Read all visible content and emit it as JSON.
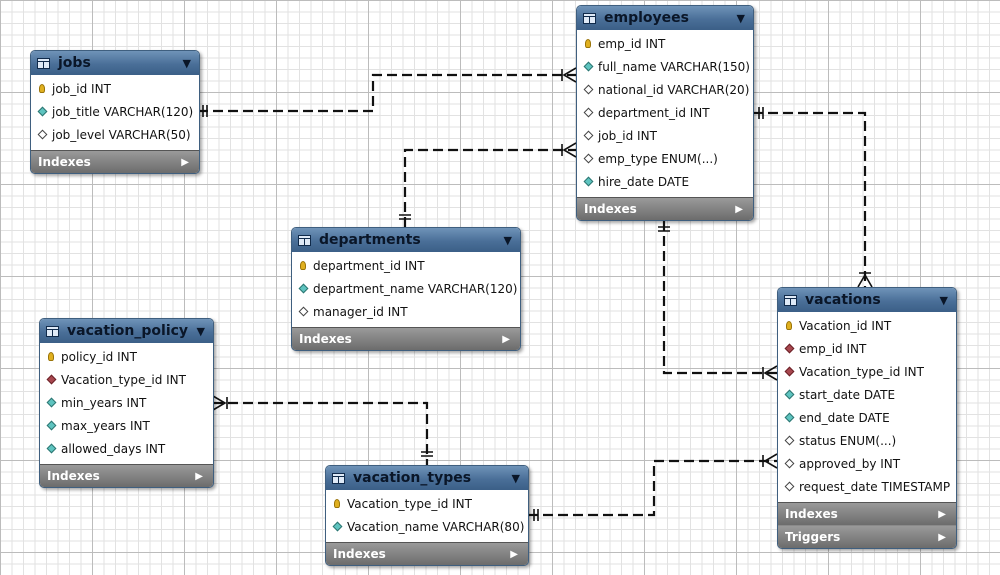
{
  "tables": {
    "jobs": {
      "title": "jobs",
      "columns": [
        {
          "text": "job_id INT",
          "icon": "primary-key-icon"
        },
        {
          "text": "job_title VARCHAR(120)",
          "icon": "not-null-column-icon"
        },
        {
          "text": "job_level VARCHAR(50)",
          "icon": "nullable-column-icon"
        }
      ],
      "footers": [
        "Indexes"
      ]
    },
    "employees": {
      "title": "employees",
      "columns": [
        {
          "text": "emp_id INT",
          "icon": "primary-key-icon"
        },
        {
          "text": "full_name VARCHAR(150)",
          "icon": "not-null-column-icon"
        },
        {
          "text": "national_id VARCHAR(20)",
          "icon": "nullable-column-icon"
        },
        {
          "text": "department_id INT",
          "icon": "nullable-column-icon"
        },
        {
          "text": "job_id INT",
          "icon": "nullable-column-icon"
        },
        {
          "text": "emp_type ENUM(...)",
          "icon": "nullable-column-icon"
        },
        {
          "text": "hire_date DATE",
          "icon": "not-null-column-icon"
        }
      ],
      "footers": [
        "Indexes"
      ]
    },
    "departments": {
      "title": "departments",
      "columns": [
        {
          "text": "department_id INT",
          "icon": "primary-key-icon"
        },
        {
          "text": "department_name VARCHAR(120)",
          "icon": "not-null-column-icon"
        },
        {
          "text": "manager_id INT",
          "icon": "nullable-column-icon"
        }
      ],
      "footers": [
        "Indexes"
      ]
    },
    "vacation_policy": {
      "title": "vacation_policy",
      "columns": [
        {
          "text": "policy_id INT",
          "icon": "primary-key-icon"
        },
        {
          "text": "Vacation_type_id INT",
          "icon": "foreign-key-icon"
        },
        {
          "text": "min_years INT",
          "icon": "not-null-column-icon"
        },
        {
          "text": "max_years INT",
          "icon": "not-null-column-icon"
        },
        {
          "text": "allowed_days INT",
          "icon": "not-null-column-icon"
        }
      ],
      "footers": [
        "Indexes"
      ]
    },
    "vacation_types": {
      "title": "vacation_types",
      "columns": [
        {
          "text": "Vacation_type_id INT",
          "icon": "primary-key-icon"
        },
        {
          "text": "Vacation_name VARCHAR(80)",
          "icon": "not-null-column-icon"
        }
      ],
      "footers": [
        "Indexes"
      ]
    },
    "vacations": {
      "title": "vacations",
      "columns": [
        {
          "text": "Vacation_id INT",
          "icon": "primary-key-icon"
        },
        {
          "text": "emp_id INT",
          "icon": "foreign-key-icon"
        },
        {
          "text": "Vacation_type_id INT",
          "icon": "foreign-key-icon"
        },
        {
          "text": "start_date DATE",
          "icon": "not-null-column-icon"
        },
        {
          "text": "end_date DATE",
          "icon": "not-null-column-icon"
        },
        {
          "text": "status ENUM(...)",
          "icon": "nullable-column-icon"
        },
        {
          "text": "approved_by INT",
          "icon": "nullable-column-icon"
        },
        {
          "text": "request_date TIMESTAMP",
          "icon": "nullable-column-icon"
        }
      ],
      "footers": [
        "Indexes",
        "Triggers"
      ]
    }
  },
  "relationships": [
    {
      "from": "jobs",
      "to": "employees"
    },
    {
      "from": "departments",
      "to": "employees"
    },
    {
      "from": "employees",
      "to": "vacations"
    },
    {
      "from": "employees",
      "to": "vacations"
    },
    {
      "from": "vacation_types",
      "to": "vacations"
    },
    {
      "from": "vacation_types",
      "to": "vacation_policy"
    }
  ],
  "colors": {
    "header": "#4a6f98",
    "line": "#111111",
    "footer": "#7a7a7a"
  }
}
